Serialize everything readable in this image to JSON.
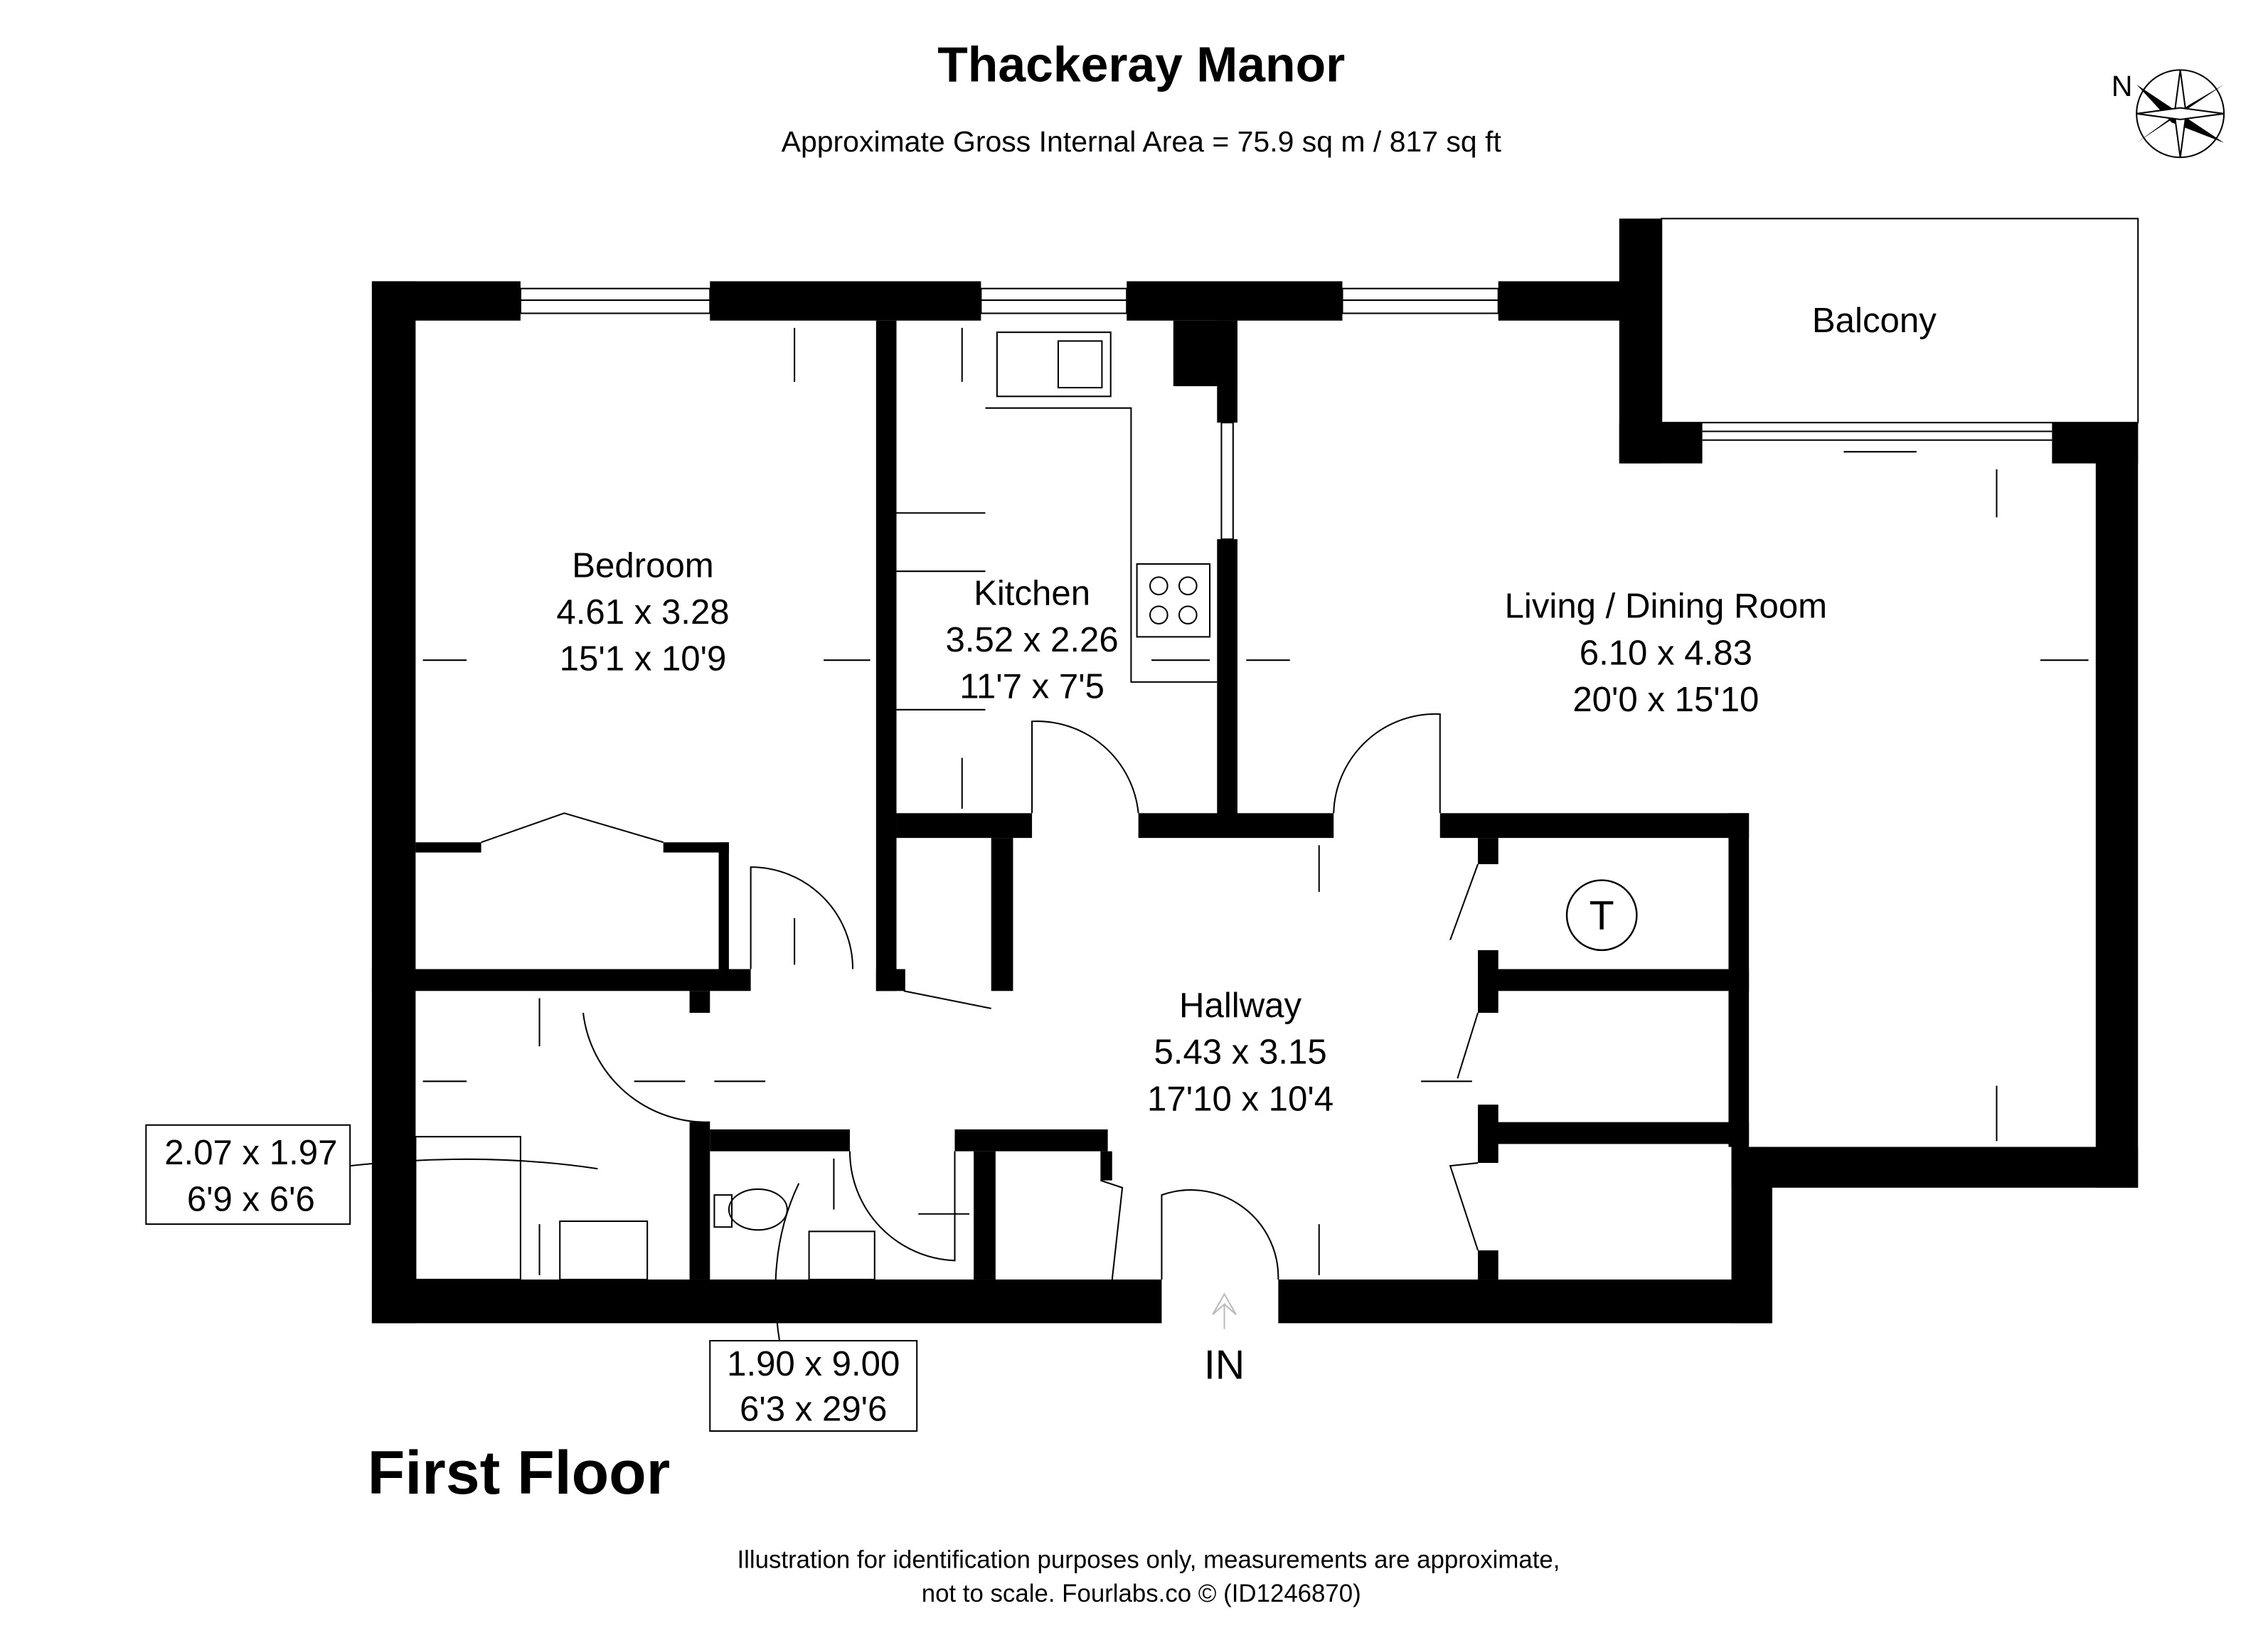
{
  "header": {
    "title": "Thackeray Manor",
    "area": "Approximate Gross Internal Area = 75.9 sq m / 817 sq ft",
    "compass_label": "N"
  },
  "rooms": {
    "bedroom": {
      "name": "Bedroom",
      "metric": "4.61 x 3.28",
      "imperial": "15'1 x 10'9"
    },
    "kitchen": {
      "name": "Kitchen",
      "metric": "3.52 x 2.26",
      "imperial": "11'7 x 7'5"
    },
    "living": {
      "name": "Living / Dining Room",
      "metric": "6.10 x 4.83",
      "imperial": "20'0 x 15'10"
    },
    "balcony": {
      "name": "Balcony"
    },
    "hallway": {
      "name": "Hallway",
      "metric": "5.43 x 3.15",
      "imperial": "17'10 x 10'4"
    },
    "ensuite": {
      "metric": "2.07 x 1.97",
      "imperial": "6'9 x 6'6"
    },
    "bathroom": {
      "metric": "1.90 x 9.00",
      "imperial": "6'3 x 29'6"
    }
  },
  "markers": {
    "tank": "T",
    "entrance": "IN"
  },
  "floor_label": "First Floor",
  "footer": {
    "line1": "Illustration for identification purposes only, measurements are approximate,",
    "line2": "not to scale. Fourlabs.co © (ID1246870)"
  }
}
